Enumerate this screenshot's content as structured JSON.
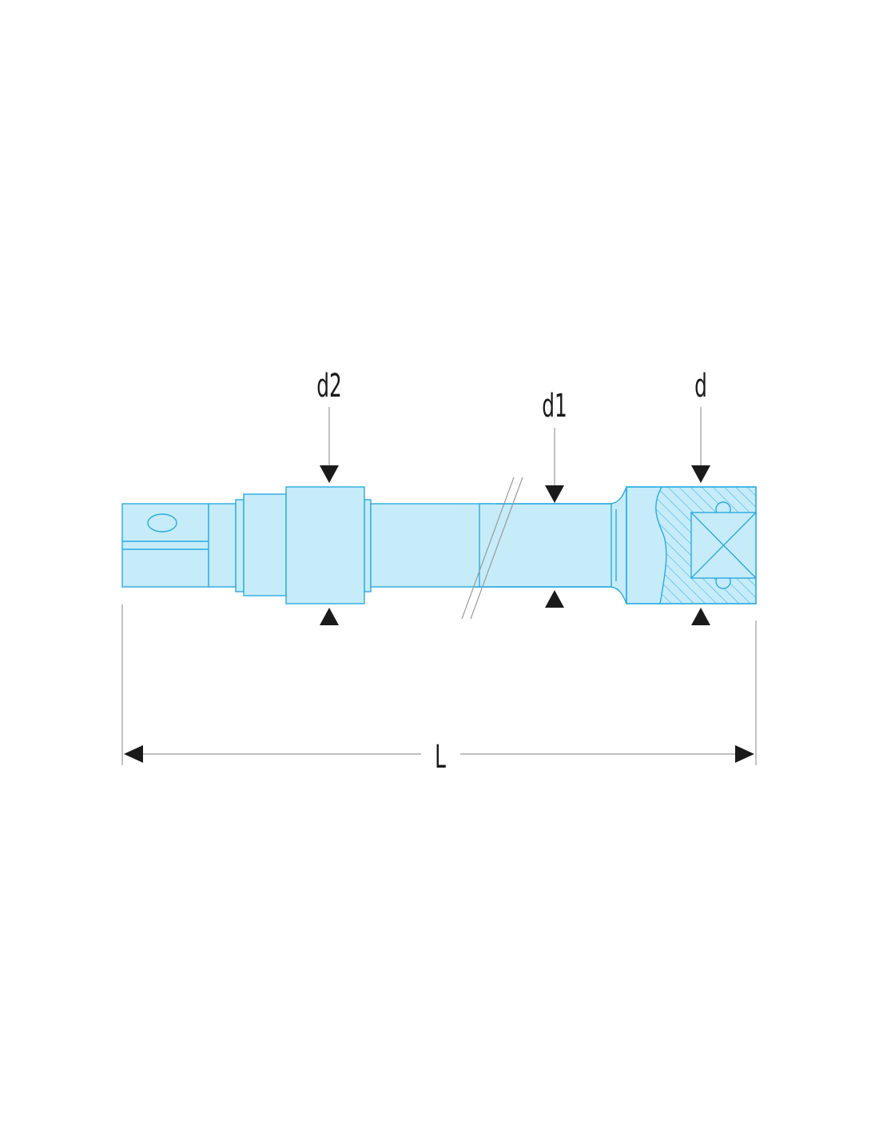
{
  "labels": {
    "d2": "d2",
    "d1": "d1",
    "d": "d",
    "L": "L"
  },
  "colors": {
    "part_fill": "#c6ebf9",
    "part_stroke": "#29abe2",
    "dimension_line": "#9a9a9a",
    "arrow": "#1a1a1a",
    "text": "#1a1a1a"
  }
}
